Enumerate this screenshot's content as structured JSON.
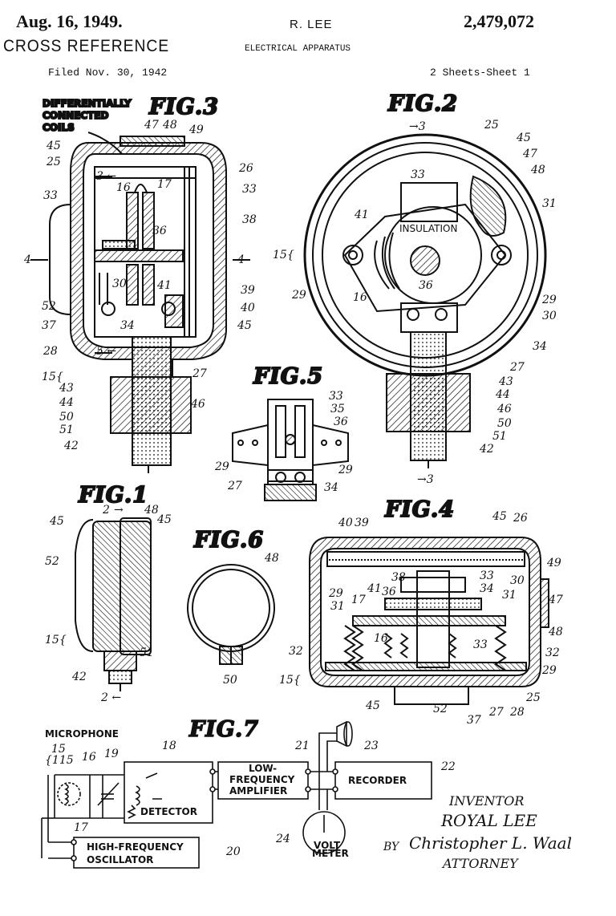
{
  "header": {
    "date": "Aug. 16, 1949.",
    "inventor_name": "R. LEE",
    "patent_number": "2,479,072",
    "cross_reference": "CROSS REFERENCE",
    "title": "ELECTRICAL APPARATUS",
    "filed": "Filed Nov. 30, 1942",
    "sheets": "2 Sheets-Sheet 1"
  },
  "figures": {
    "fig1": "FIG.1",
    "fig2": "FIG.2",
    "fig3": "FIG.3",
    "fig4": "FIG.4",
    "fig5": "FIG.5",
    "fig6": "FIG.6",
    "fig7": "FIG.7"
  },
  "annotations": {
    "differential_1": "DIFFERENTIALLY",
    "differential_2": "CONNECTED",
    "differential_3": "COILS",
    "insulation": "INSULATION"
  },
  "circuit": {
    "microphone": "MICROPHONE",
    "detector": "DETECTOR",
    "lf_amp_1": "LOW-",
    "lf_amp_2": "FREQUENCY",
    "lf_amp_3": "AMPLIFIER",
    "recorder": "RECORDER",
    "hf_osc_1": "HIGH-FREQUENCY",
    "hf_osc_2": "OSCILLATOR",
    "volt_1": "VOLT",
    "volt_2": "METER"
  },
  "signature": {
    "inventor_label": "INVENTOR",
    "inventor": "ROYAL LEE",
    "by": "BY",
    "attorney_signature": "Christopher L. Waal",
    "attorney_label": "ATTORNEY"
  }
}
